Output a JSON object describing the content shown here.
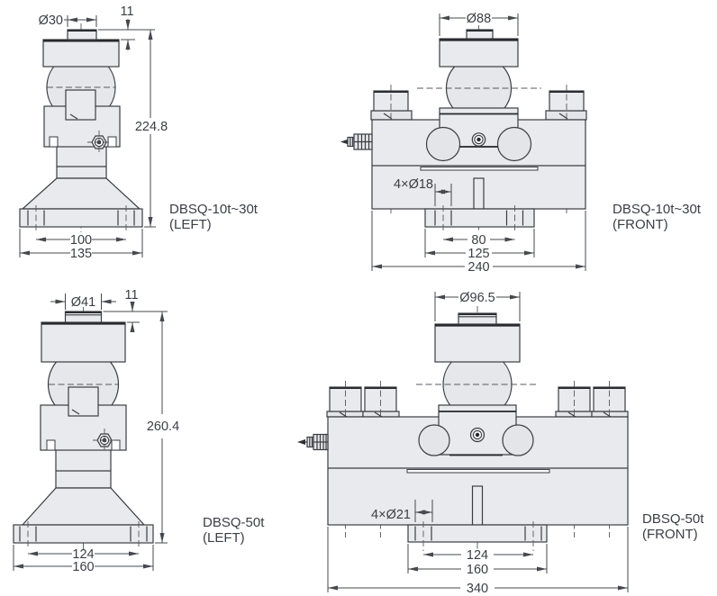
{
  "drawing_colors": {
    "line": "#3a3d42",
    "fill": "#e9eaed",
    "dim_line": "#45484e",
    "text": "#3b3e44"
  },
  "views": {
    "small_left": {
      "model": "DBSQ-10t~30t",
      "view_label": "(LEFT)",
      "dim_top_dia": "Ø30",
      "dim_step": "11",
      "dim_height": "224.8",
      "dim_bolt": "100",
      "dim_base": "135"
    },
    "small_front": {
      "model": "DBSQ-10t~30t",
      "view_label": "(FRONT)",
      "dim_cap_dia": "Ø88",
      "dim_holes": "4×Ø18",
      "dim_bolt": "80",
      "dim_plate": "125",
      "dim_overall": "240"
    },
    "large_left": {
      "model": "DBSQ-50t",
      "view_label": "(LEFT)",
      "dim_top_dia": "Ø41",
      "dim_step": "11",
      "dim_height": "260.4",
      "dim_bolt": "124",
      "dim_base": "160"
    },
    "large_front": {
      "model": "DBSQ-50t",
      "view_label": "(FRONT)",
      "dim_cap_dia": "Ø96.5",
      "dim_holes": "4×Ø21",
      "dim_bolt": "124",
      "dim_plate": "160",
      "dim_overall": "340"
    }
  }
}
